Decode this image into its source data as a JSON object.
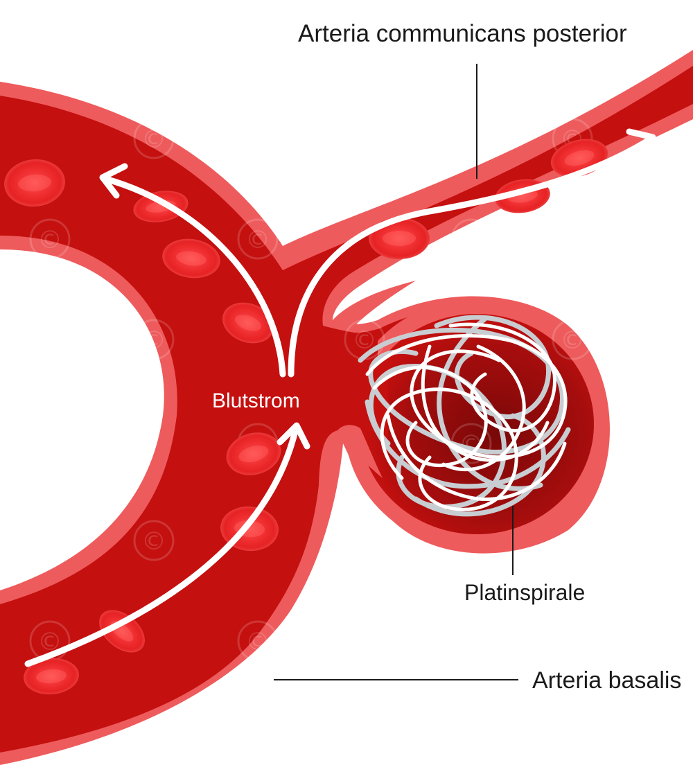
{
  "labels": {
    "posterior": "Arteria communicans posterior",
    "flow": "Blutstrom",
    "coil": "Platinspirale",
    "basalis": "Arteria basalis"
  },
  "watermark": {
    "symbol": "©"
  },
  "colors": {
    "vessel_wall": "#ee5b5c",
    "vessel_lumen": "#c4100f",
    "aneurysm_core": "#8c0a0a",
    "blood_cell": "#e62224",
    "blood_cell_center": "#ff4a4a",
    "arrow": "#ffffff",
    "coil_white": "#ffffff",
    "coil_grey": "#c8cdd2",
    "leader": "#1a1a1a"
  },
  "icons": {
    "blood_cells": "red-blood-cell-icon",
    "arrows": "flow-arrow-icon",
    "coil": "platinum-coil-icon"
  }
}
